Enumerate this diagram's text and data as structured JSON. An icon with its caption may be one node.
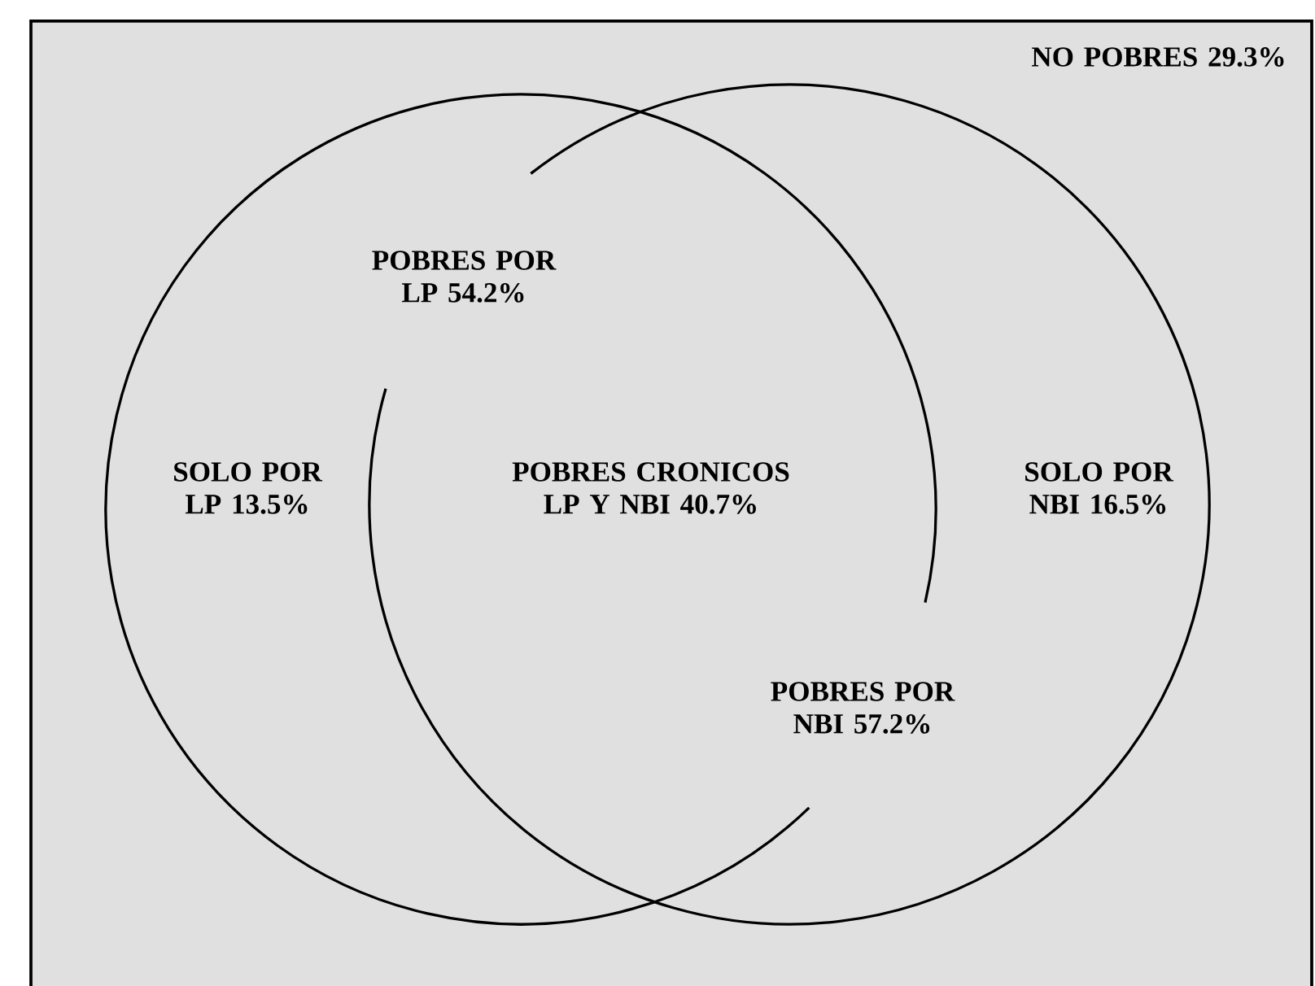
{
  "diagram": {
    "labels": [
      "NO POBRES 29.3%",
      "POBRES POR LP 54.2%",
      "SOLO POR LP 13.5%",
      "POBRES CRONICOS LP Y NBI 40.7%",
      "SOLO POR NBI 16.5%",
      "POBRES POR NBI 57.2%"
    ]
  }
}
